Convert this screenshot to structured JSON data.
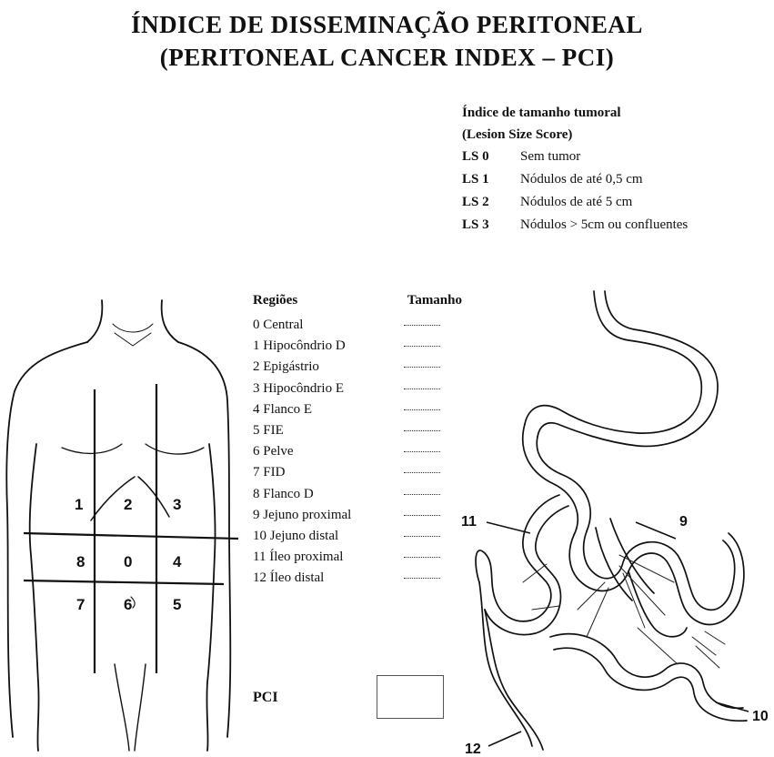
{
  "title": {
    "line1": "ÍNDICE DE DISSEMINAÇÃO PERITONEAL",
    "line2": "(PERITONEAL CANCER INDEX – PCI)"
  },
  "lesion_size": {
    "heading": "Índice de tamanho tumoral",
    "subheading": "(Lesion Size Score)",
    "items": [
      {
        "code": "LS 0",
        "desc": "Sem tumor"
      },
      {
        "code": "LS 1",
        "desc": "Nódulos de até 0,5 cm"
      },
      {
        "code": "LS 2",
        "desc": "Nódulos de até 5 cm"
      },
      {
        "code": "LS 3",
        "desc": "Nódulos > 5cm ou confluentes"
      }
    ]
  },
  "regions": {
    "header_regions": "Regiões",
    "header_size": "Tamanho",
    "items": [
      "0 Central",
      "1 Hipocôndrio D",
      "2 Epigástrio",
      "3 Hipocôndrio E",
      "4 Flanco E",
      "5 FIE",
      "6 Pelve",
      "7 FID",
      "8 Flanco D",
      "9 Jejuno proximal",
      "10 Jejuno distal",
      "11 Íleo proximal",
      "12 Íleo distal"
    ]
  },
  "pci_label": "PCI",
  "abdomen_zones": {
    "z1": "1",
    "z2": "2",
    "z3": "3",
    "z8": "8",
    "z0": "0",
    "z4": "4",
    "z7": "7",
    "z6": "6",
    "z5": "5"
  },
  "bowel_callouts": {
    "c9": "9",
    "c10": "10",
    "c11": "11",
    "c12": "12"
  }
}
